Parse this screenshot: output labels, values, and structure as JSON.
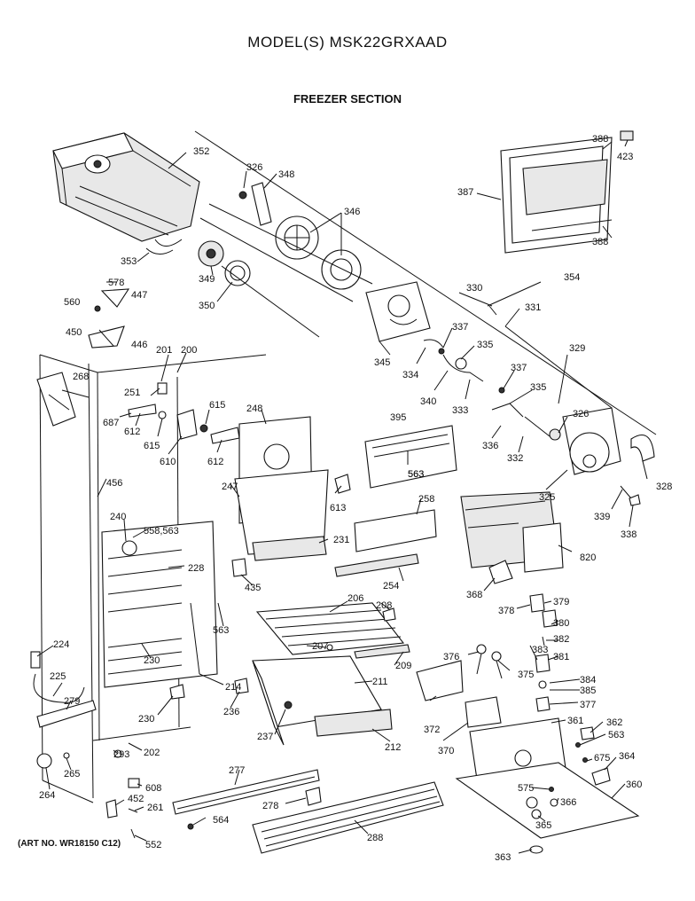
{
  "header": {
    "model_title": "MODEL(S) MSK22GRXAAD",
    "section_title": "FREEZER SECTION"
  },
  "footer": {
    "part_number": "(ART NO. WR18150 C12)"
  },
  "callouts": [
    "352",
    "326",
    "348",
    "346",
    "388",
    "423",
    "387",
    "388",
    "353",
    "349",
    "350",
    "578",
    "447",
    "560",
    "446",
    "450",
    "330",
    "354",
    "331",
    "345",
    "337",
    "335",
    "334",
    "340",
    "333",
    "337",
    "329",
    "335",
    "201",
    "200",
    "268",
    "251",
    "687",
    "612",
    "615",
    "615",
    "610",
    "612",
    "248",
    "563",
    "395",
    "563",
    "336",
    "332",
    "326",
    "328",
    "325",
    "339",
    "338",
    "456",
    "247",
    "613",
    "258",
    "231",
    "240",
    "558,563",
    "228",
    "435",
    "820",
    "254",
    "368",
    "378",
    "379",
    "380",
    "206",
    "208",
    "382",
    "563",
    "207",
    "383",
    "376",
    "375",
    "381",
    "224",
    "230",
    "209",
    "384",
    "385",
    "377",
    "225",
    "279",
    "214",
    "211",
    "230",
    "236",
    "237",
    "372",
    "361",
    "362",
    "563",
    "212",
    "370",
    "265",
    "293",
    "202",
    "675",
    "364",
    "264",
    "608",
    "277",
    "575",
    "360",
    "452",
    "261",
    "278",
    "366",
    "564",
    "365",
    "552",
    "288",
    "363"
  ]
}
